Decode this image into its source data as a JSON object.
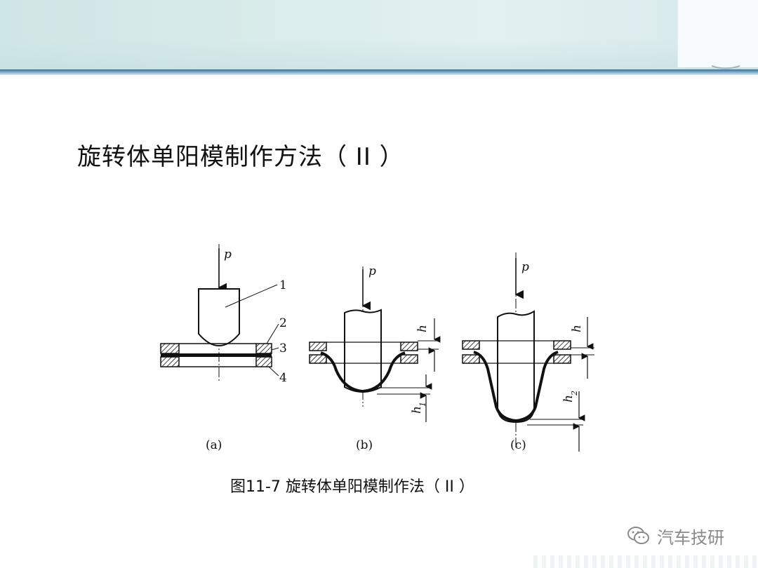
{
  "slide": {
    "title": "旋转体单阳模制作方法（ II ）",
    "caption": "图11-7 旋转体单阳模制作法（ II ）"
  },
  "figure": {
    "force_label": "p",
    "part_numbers": [
      "1",
      "2",
      "3",
      "4"
    ],
    "sub_labels": [
      "(a)",
      "(b)",
      "(c)"
    ],
    "dim_h": "h",
    "dim_h1": "h",
    "dim_h1_sub": "1",
    "dim_h2": "h",
    "dim_h2_sub": "2"
  },
  "watermark": {
    "text": "汽车技研",
    "icon": "wechat-icon"
  },
  "colors": {
    "header": "#d6eaea",
    "rule": "#2f6e9c",
    "ink": "#111111"
  }
}
